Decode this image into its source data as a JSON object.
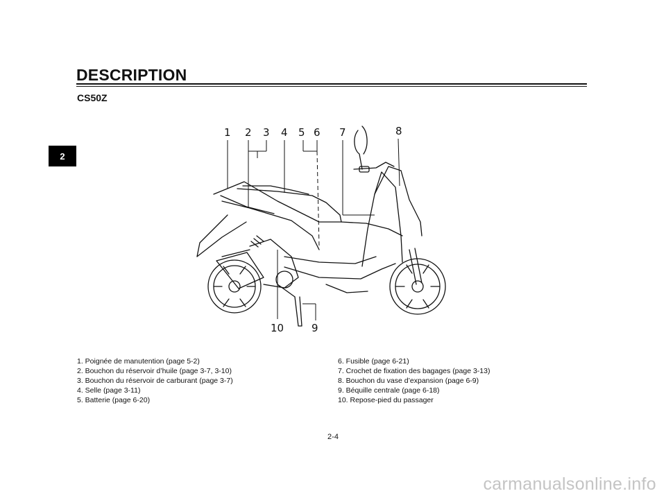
{
  "header": {
    "title": "DESCRIPTION",
    "subtitle": "CS50Z"
  },
  "chapter_tab": "2",
  "diagram": {
    "callouts": [
      "1",
      "2",
      "3",
      "4",
      "5",
      "6",
      "7",
      "8",
      "9",
      "10"
    ]
  },
  "legend": {
    "left": [
      "1. Poignée de manutention (page 5-2)",
      "2. Bouchon du réservoir d’huile (page 3-7, 3-10)",
      "3. Bouchon du réservoir de carburant (page 3-7)",
      "4. Selle (page 3-11)",
      "5. Batterie (page 6-20)"
    ],
    "right": [
      "6. Fusible (page 6-21)",
      "7. Crochet de fixation des bagages (page 3-13)",
      "8. Bouchon du vase d’expansion (page 6-9)",
      "9. Béquille centrale (page 6-18)",
      "10. Repose-pied du passager"
    ]
  },
  "footer": {
    "page_number": "2-4",
    "watermark": "carmanualsonline.info"
  }
}
